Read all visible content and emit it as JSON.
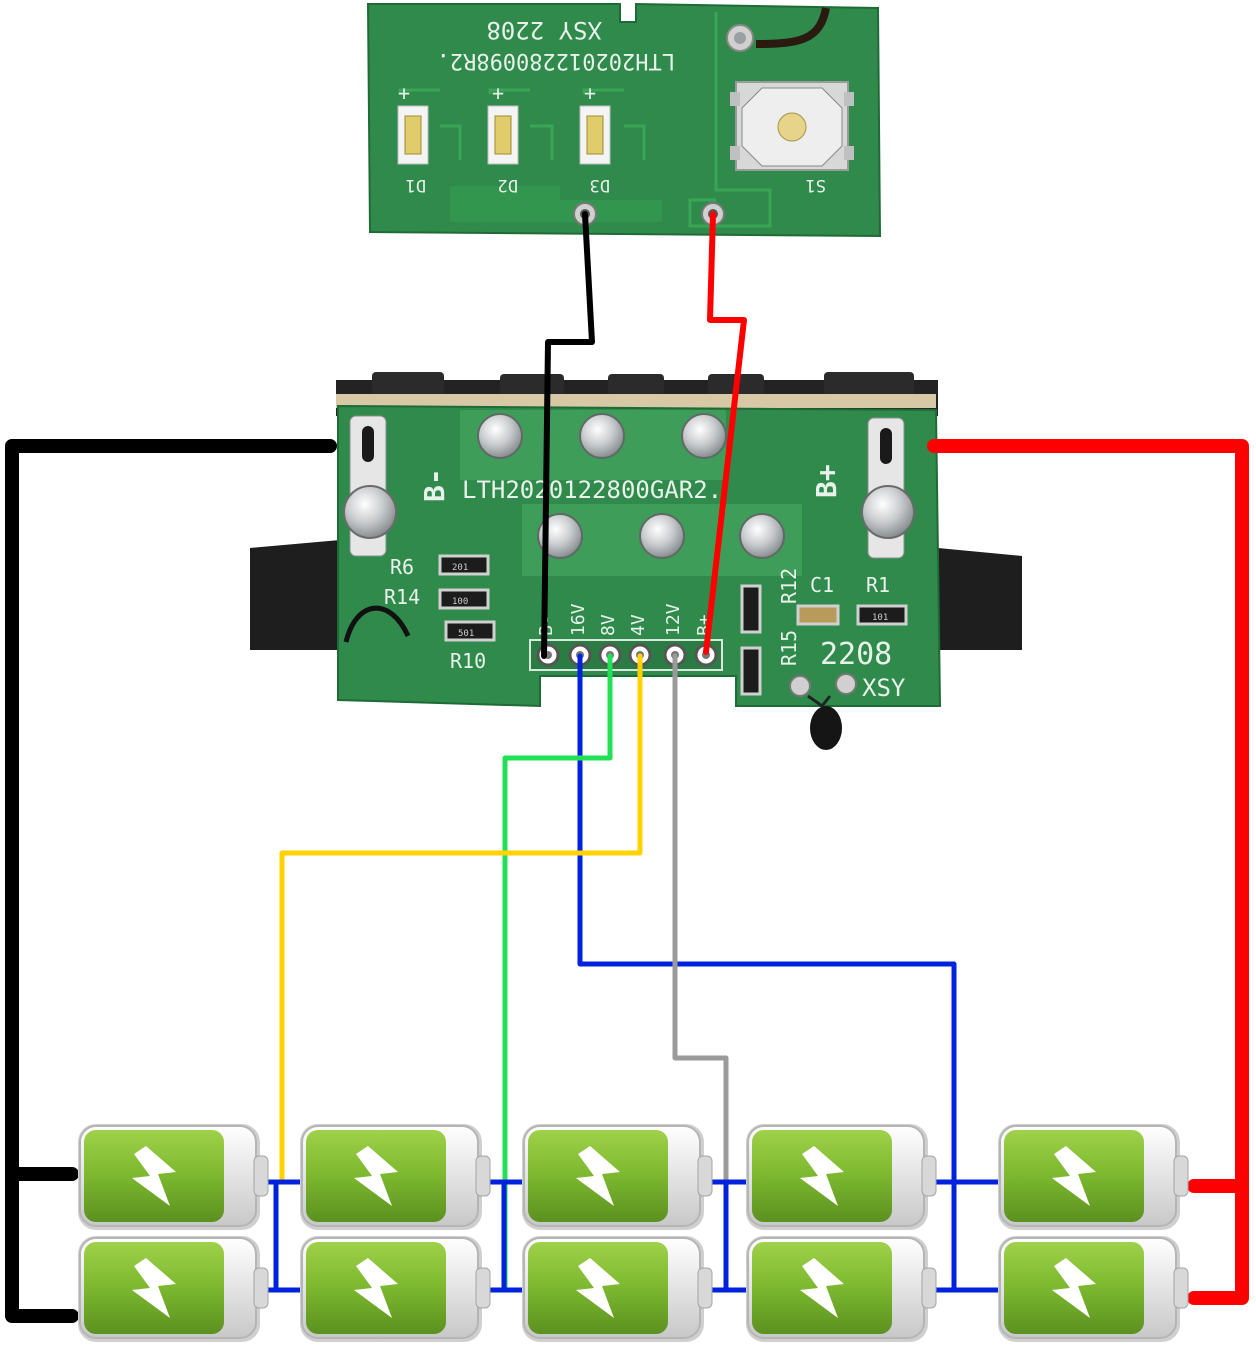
{
  "indicator_board": {
    "top_code": "XSY 2208",
    "board_code": "LTH202012280098R2.",
    "led_labels": [
      "D1",
      "D2",
      "D3"
    ],
    "switch_label": "S1",
    "led_polarity": "+"
  },
  "bms_board": {
    "board_code": "LTH2020122800GAR2.",
    "neg_terminal": "B-",
    "pos_terminal": "B+",
    "resistor_labels": [
      "R6",
      "R14",
      "R10",
      "R12",
      "R15",
      "R1"
    ],
    "resistor_values": [
      "201",
      "100",
      "501",
      "101"
    ],
    "cap_label": "C1",
    "date_code": "2208",
    "brand": "XSY",
    "pin_labels": [
      "B-",
      "16V",
      "8V",
      "4V",
      "12V",
      "B+"
    ]
  },
  "battery_pack": {
    "rows": 2,
    "cols": 5
  },
  "colors": {
    "pcb": "#2f8a4c",
    "pcb_dark": "#1f6b38",
    "silk": "#e8f1ea",
    "wire_black": "#000000",
    "wire_red": "#ff0000",
    "wire_blue": "#0022dd",
    "wire_green": "#22e055",
    "wire_yellow": "#ffd200",
    "wire_gray": "#9a9a9a",
    "battery": "#7cb82f"
  }
}
